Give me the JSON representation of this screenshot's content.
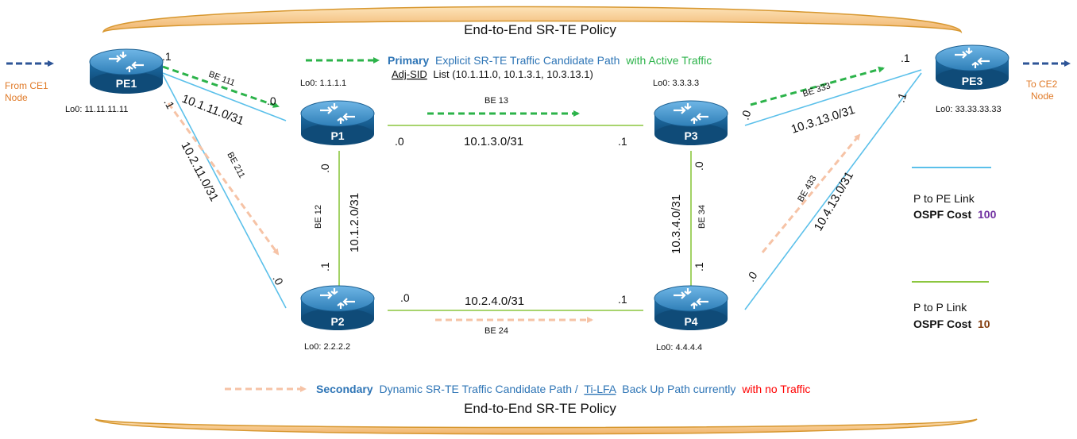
{
  "policy": {
    "top_title": "End-to-End SR-TE Policy",
    "bottom_title": "End-to-End SR-TE Policy"
  },
  "colors": {
    "pe_link": "#5bc0ea",
    "p_link": "#8cc63f",
    "primary": "#2cb34a",
    "secondary": "#f6c3a6",
    "arc": "#f2c27a",
    "router": "#1f5f8b"
  },
  "routers": {
    "pe1": {
      "name": "PE1",
      "lo": "Lo0: 11.11.11.11"
    },
    "p1": {
      "name": "P1",
      "lo": "Lo0: 1.1.1.1"
    },
    "p2": {
      "name": "P2",
      "lo": "Lo0: 2.2.2.2"
    },
    "p3": {
      "name": "P3",
      "lo": "Lo0: 3.3.3.3"
    },
    "p4": {
      "name": "P4",
      "lo": "Lo0: 4.4.4.4"
    },
    "pe3": {
      "name": "PE3",
      "lo": "Lo0: 33.33.33.33"
    }
  },
  "edge_text": {
    "from_line1": "From CE1",
    "from_line2": "Node",
    "to_line1": "To CE2",
    "to_line2": "Node"
  },
  "links": {
    "pe1_p1": {
      "subnet": "10.1.11.0/31",
      "bundle": "BE 111",
      "a_end": ".1",
      "b_end": ".0"
    },
    "pe1_p2": {
      "subnet": "10.2.11.0/31",
      "bundle": "BE 211",
      "a_end": ".1",
      "b_end": ".0"
    },
    "p1_p3": {
      "subnet": "10.1.3.0/31",
      "bundle": "BE 13",
      "a_end": ".0",
      "b_end": ".1"
    },
    "p1_p2": {
      "subnet": "10.1.2.0/31",
      "bundle": "BE 12",
      "a_end": ".0",
      "b_end": ".1"
    },
    "p3_p4": {
      "subnet": "10.3.4.0/31",
      "bundle": "BE 34",
      "a_end": ".0",
      "b_end": ".1"
    },
    "p2_p4": {
      "subnet": "10.2.4.0/31",
      "bundle": "BE 24",
      "a_end": ".0",
      "b_end": ".1"
    },
    "p3_pe3": {
      "subnet": "10.3.13.0/31",
      "bundle": "BE 333",
      "a_end": ".0",
      "b_end": ".1"
    },
    "p4_pe3": {
      "subnet": "10.4.13.0/31",
      "bundle": "BE 433",
      "a_end": ".0",
      "b_end": ".1"
    }
  },
  "primary_legend": {
    "word1": "Primary",
    "word2": "Explicit SR-TE Traffic Candidate Path",
    "word3": "with Active Traffic",
    "sid_prefix": "Adj-SID",
    "sid_rest": "List (10.1.11.0, 10.1.3.1, 10.3.13.1)"
  },
  "secondary_legend": {
    "word1": "Secondary",
    "word2": "Dynamic SR-TE Traffic Candidate Path /",
    "word3": "Ti-LFA",
    "word4": "Back Up Path currently",
    "word5": "with no Traffic"
  },
  "legend": {
    "pe": {
      "title": "P to PE Link",
      "cost_label": "OSPF Cost",
      "cost_value": "100",
      "cost_color": "#7030a0"
    },
    "p": {
      "title": "P to P Link",
      "cost_label": "OSPF Cost",
      "cost_value": "10",
      "cost_color": "#843c0c"
    }
  }
}
